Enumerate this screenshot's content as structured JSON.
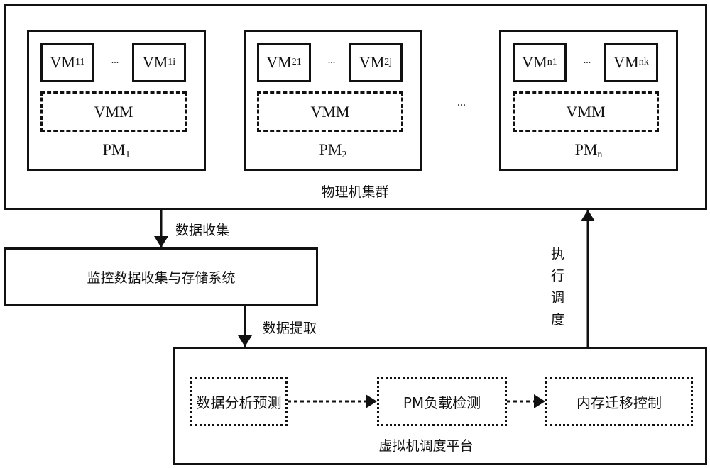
{
  "cluster": {
    "label": "物理机集群",
    "ellipsis": "...",
    "pms": [
      {
        "label": "PM",
        "sub": "1",
        "vm_a": "VM",
        "vm_a_sub": "11",
        "vm_b": "VM",
        "vm_b_sub": "1i",
        "vmm": "VMM",
        "ellipsis": "..."
      },
      {
        "label": "PM",
        "sub": "2",
        "vm_a": "VM",
        "vm_a_sub": "21",
        "vm_b": "VM",
        "vm_b_sub": "2j",
        "vmm": "VMM",
        "ellipsis": "..."
      },
      {
        "label": "PM",
        "sub": "n",
        "vm_a": "VM",
        "vm_a_sub": "n1",
        "vm_b": "VM",
        "vm_b_sub": "nk",
        "vmm": "VMM",
        "ellipsis": "..."
      }
    ]
  },
  "arrows": {
    "collect": "数据收集",
    "extract": "数据提取",
    "execute": [
      "执",
      "行",
      "调",
      "度"
    ]
  },
  "monitor": {
    "label": "监控数据收集与存储系统"
  },
  "platform": {
    "label": "虚拟机调度平台",
    "steps": [
      "数据分析预测",
      "PM负载检测",
      "内存迁移控制"
    ]
  }
}
